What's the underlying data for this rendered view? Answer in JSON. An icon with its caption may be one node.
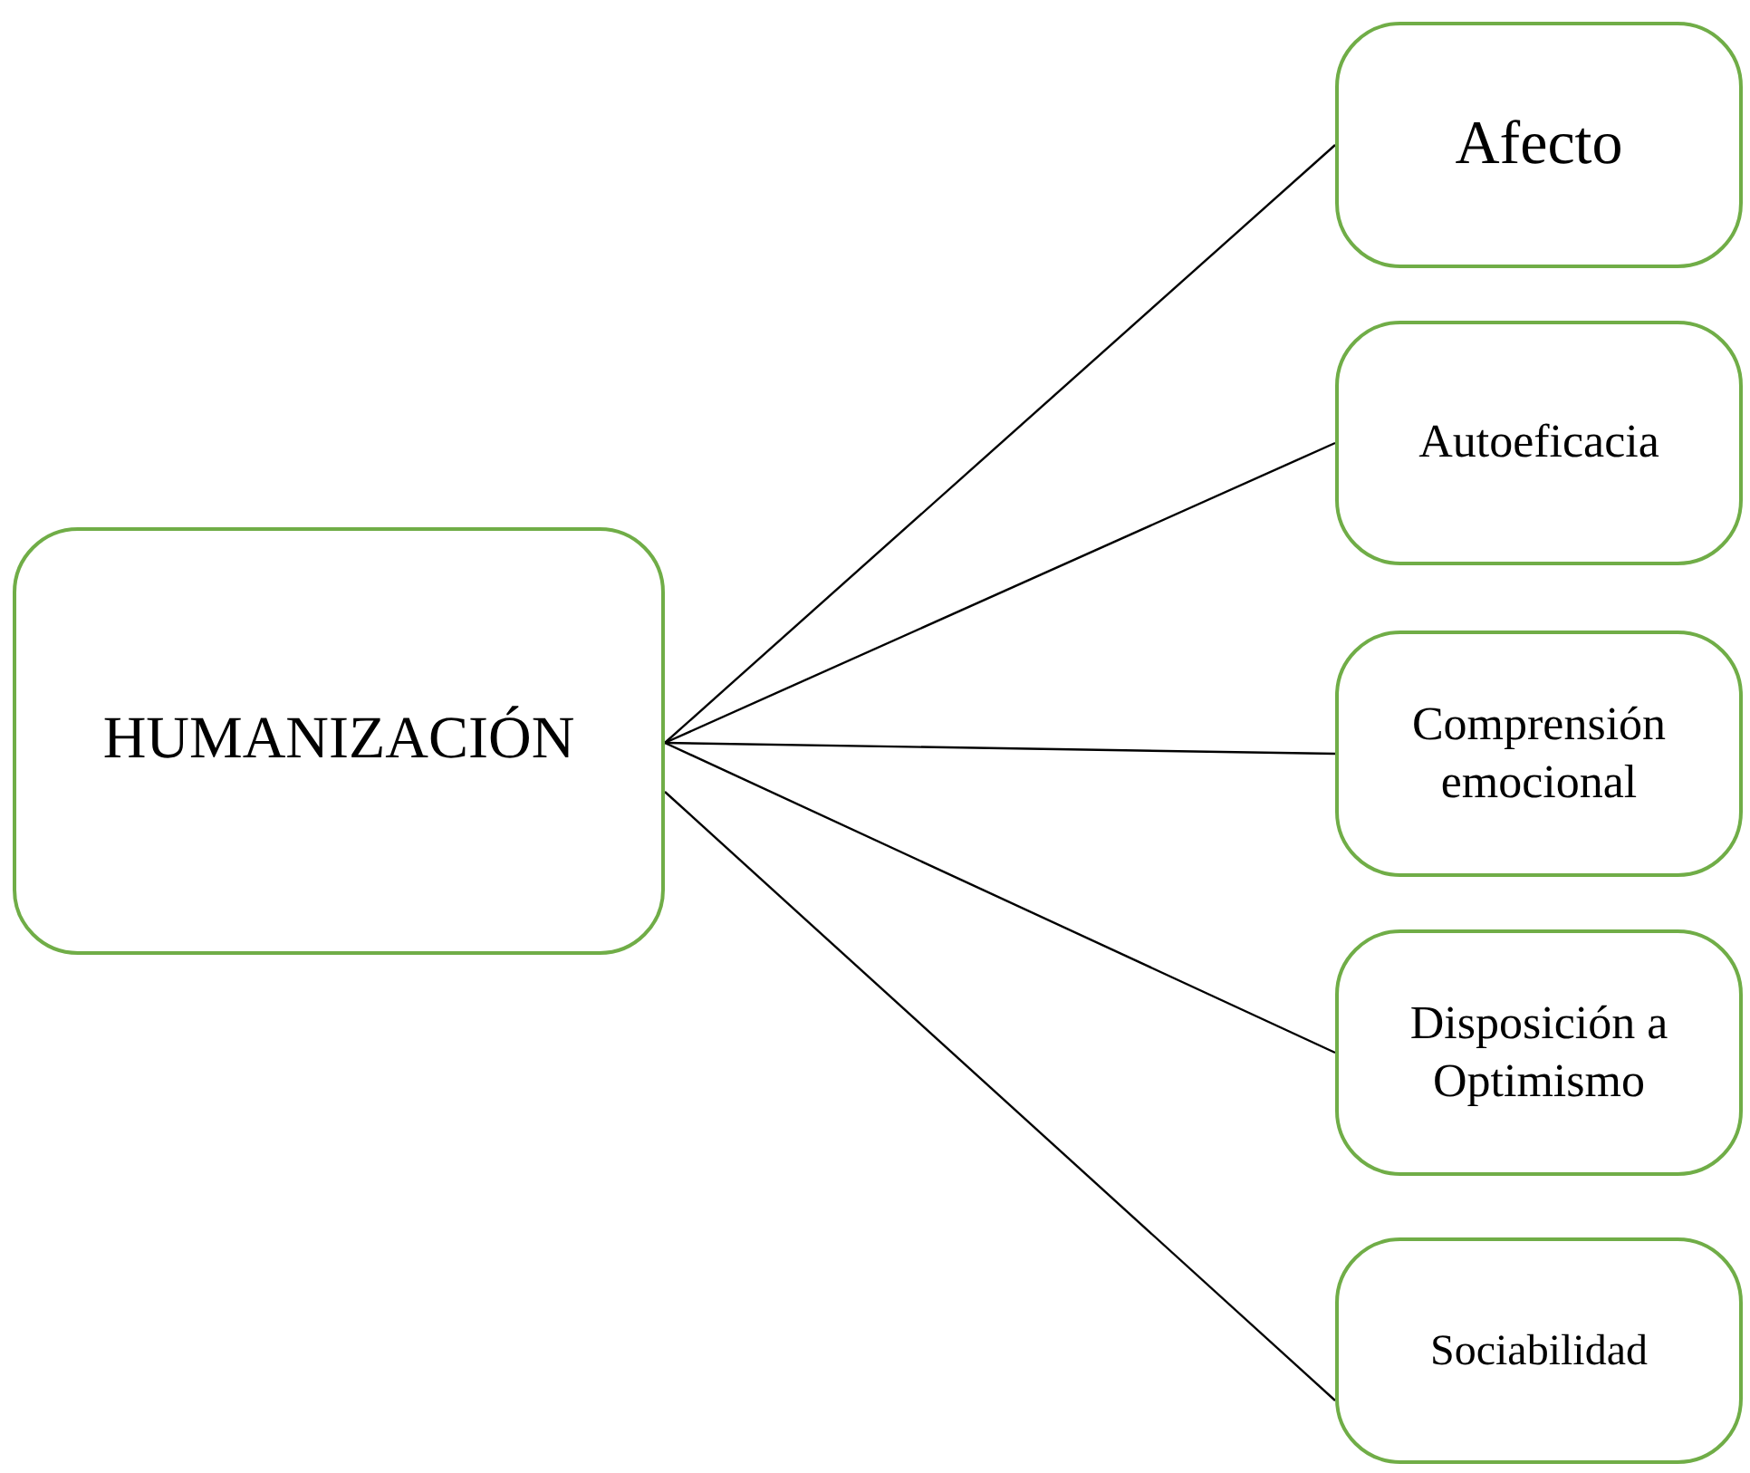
{
  "diagram": {
    "nodes": [
      {
        "text": [
          "HUMANIZACIÓN"
        ]
      },
      {
        "text": [
          "Afecto"
        ]
      },
      {
        "text": [
          "Autoeficacia"
        ]
      },
      {
        "text": [
          "Comprensión emocional"
        ]
      },
      {
        "text": [
          "Disposición a Optimismo"
        ]
      },
      {
        "text": [
          "Sociabilidad"
        ]
      }
    ],
    "edges": [
      {
        "from": 0,
        "to": 1,
        "arrow": "none"
      },
      {
        "from": 0,
        "to": 2,
        "arrow": "none"
      },
      {
        "from": 0,
        "to": 3,
        "arrow": "none"
      },
      {
        "from": 0,
        "to": 4,
        "arrow": "none"
      },
      {
        "from": 0,
        "to": 5,
        "arrow": "none"
      }
    ]
  }
}
